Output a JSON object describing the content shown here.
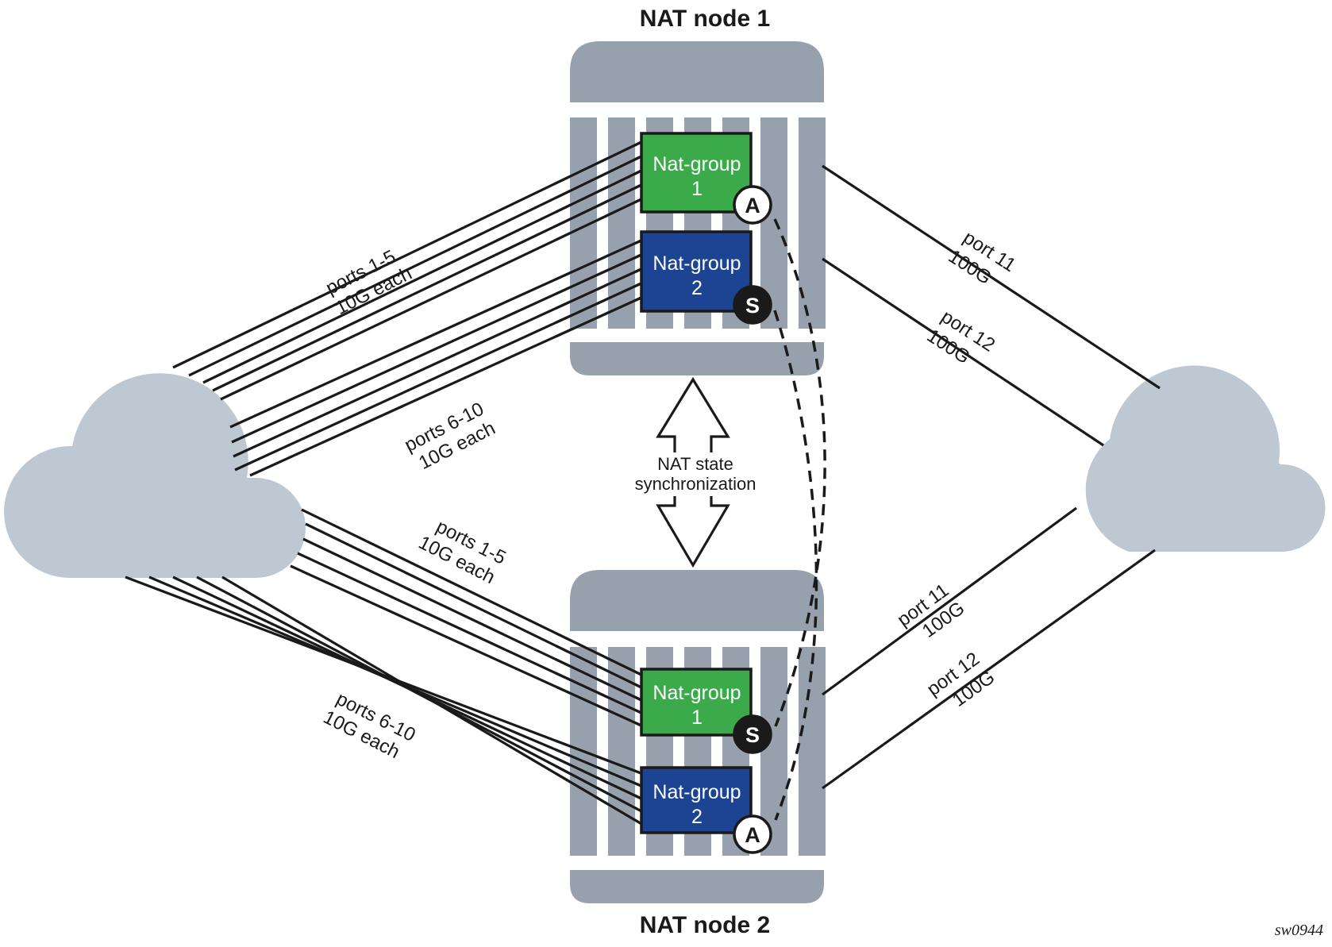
{
  "diagram": {
    "colors": {
      "chassis": "#97a1ad",
      "cloud": "#bdc8d3",
      "nat_group_1": "#3aaa4a",
      "nat_group_2": "#1d4493",
      "line": "#1a1a1a",
      "active_badge_fill": "#ffffff",
      "standby_badge_fill": "#1a1a1a"
    },
    "nodes": [
      {
        "title": "NAT node 1",
        "groups": [
          {
            "label_line1": "Nat-group",
            "label_line2": "1",
            "role": "A",
            "role_name": "active"
          },
          {
            "label_line1": "Nat-group",
            "label_line2": "2",
            "role": "S",
            "role_name": "standby"
          }
        ]
      },
      {
        "title": "NAT node 2",
        "groups": [
          {
            "label_line1": "Nat-group",
            "label_line2": "1",
            "role": "S",
            "role_name": "standby"
          },
          {
            "label_line1": "Nat-group",
            "label_line2": "2",
            "role": "A",
            "role_name": "active"
          }
        ]
      }
    ],
    "left_links": {
      "node1_group1": {
        "line1": "ports 1-5",
        "line2": "10G each",
        "count": 5
      },
      "node1_group2": {
        "line1": "ports 6-10",
        "line2": "10G each",
        "count": 5
      },
      "node2_group1": {
        "line1": "ports 1-5",
        "line2": "10G each",
        "count": 5
      },
      "node2_group2": {
        "line1": "ports 6-10",
        "line2": "10G each",
        "count": 5
      }
    },
    "right_links": {
      "node1_port11": {
        "line1": "port 11",
        "line2": "100G"
      },
      "node1_port12": {
        "line1": "port 12",
        "line2": "100G"
      },
      "node2_port11": {
        "line1": "port 11",
        "line2": "100G"
      },
      "node2_port12": {
        "line1": "port 12",
        "line2": "100G"
      }
    },
    "sync": {
      "line1": "NAT state",
      "line2": "synchronization"
    },
    "figure_id": "sw0944"
  }
}
